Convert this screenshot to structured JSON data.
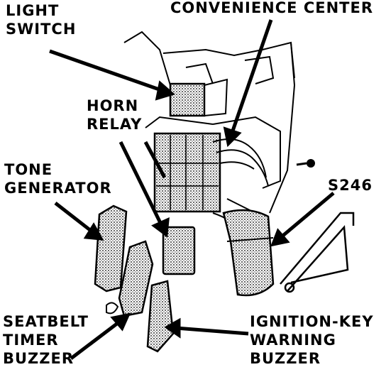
{
  "labels": {
    "light_switch": [
      "LIGHT",
      "SWITCH"
    ],
    "convenience_center": "CONVENIENCE CENTER",
    "horn_relay": [
      "HORN",
      "RELAY"
    ],
    "tone_generator": [
      "TONE",
      "GENERATOR"
    ],
    "s246": "S246",
    "seatbelt_timer_buzzer": [
      "SEATBELT",
      "TIMER",
      "BUZZER"
    ],
    "ignition_key_warning_buzzer": [
      "IGNITION-KEY",
      "WARNING",
      "BUZZER"
    ]
  },
  "colors": {
    "ink": "#000000",
    "paper": "#ffffff",
    "shade": "#9a9a9a"
  }
}
